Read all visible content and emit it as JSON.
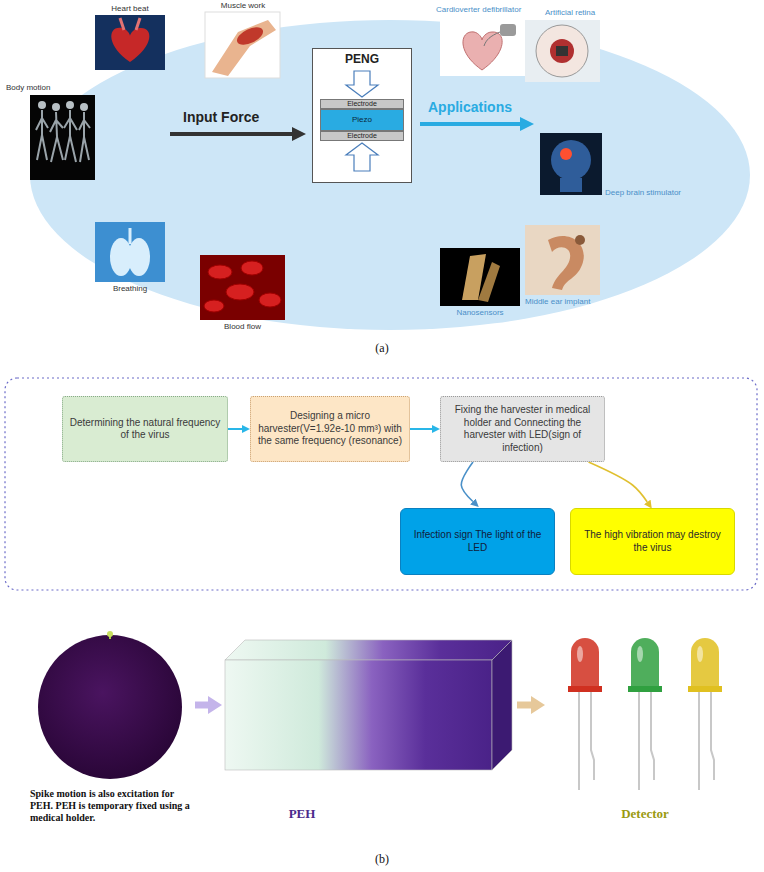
{
  "diagram": {
    "nodes": [
      {
        "text": [
          "PENG"
        ]
      },
      {
        "text": [
          "Electrode"
        ],
        "in": 0
      },
      {
        "text": [
          "Piezo"
        ],
        "in": 0
      },
      {
        "text": [
          "Electrode"
        ],
        "in": 0
      },
      {
        "text": [
          "Determining the natural frequency of the virus"
        ]
      },
      {
        "text": [
          "Designing a micro harvester(V=1.92e-10 mm³) with the same frequency (resonance)"
        ]
      },
      {
        "text": [
          "Fixing the harvester in medical holder and Connecting the harvester with LED(sign of infection)"
        ]
      },
      {
        "text": [
          "Infection sign The light of the LED"
        ]
      },
      {
        "text": [
          "The high vibration may destroy the virus"
        ]
      },
      {
        "text": [
          "Spike motion is also excitation for PEH. PEH is temporary fixed using a medical holder."
        ]
      },
      {
        "text": [
          "PEH"
        ]
      },
      {
        "text": [
          "Detector"
        ]
      }
    ],
    "edges": [
      {
        "from": 4,
        "to": 5,
        "arrow": "to"
      },
      {
        "from": 5,
        "to": 6,
        "arrow": "to"
      },
      {
        "from": 6,
        "to": 7,
        "arrow": "to"
      },
      {
        "from": 6,
        "to": 8,
        "arrow": "to"
      },
      {
        "from": 9,
        "to": 10,
        "arrow": "to"
      },
      {
        "from": 10,
        "to": 11,
        "arrow": "to"
      }
    ],
    "labels": [
      "Heart beat",
      "Muscle work",
      "Body motion",
      "Breathing",
      "Blood flow",
      "Cardioverter defibrillator",
      "Artificial retina",
      "Deep brain stimulator",
      "Middle ear implant",
      "Nanosensors",
      "Input Force",
      "Applications",
      "(a)",
      "(b)"
    ]
  }
}
